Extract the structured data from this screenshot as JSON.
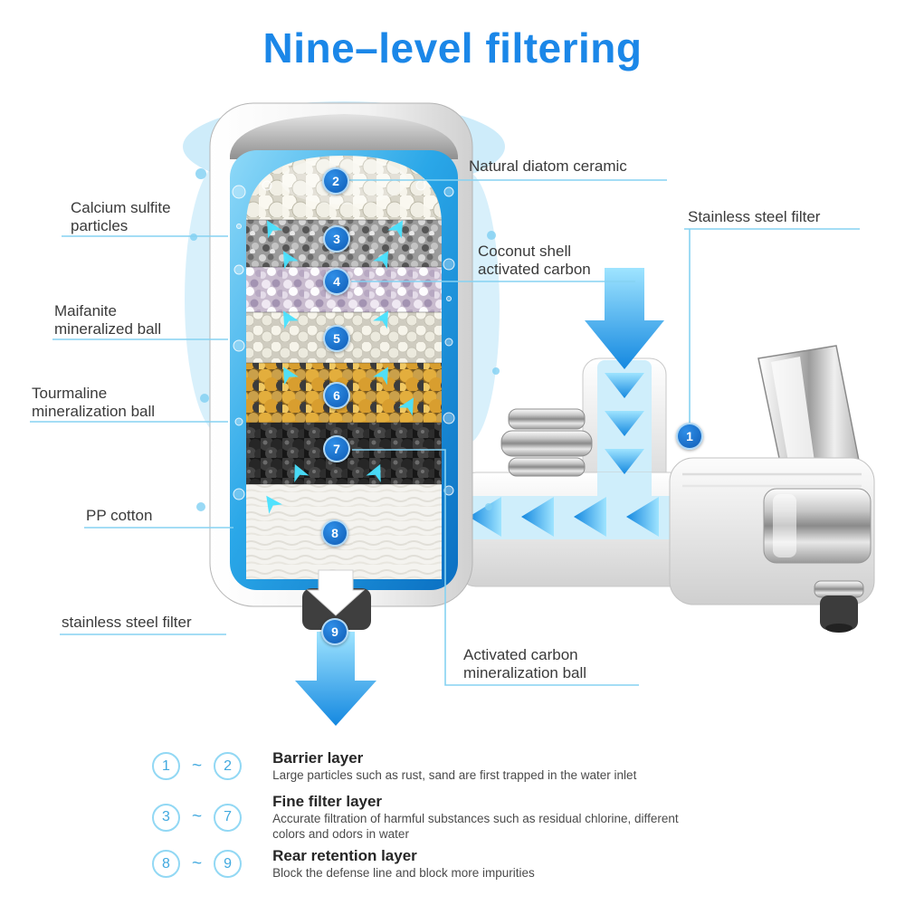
{
  "title": "Nine–level filtering",
  "colors": {
    "title_blue": "#1b87e8",
    "accent_blue": "#29a9e8",
    "badge_blue": "#1766c8",
    "callout_line": "#86d2f2",
    "label_text": "#3a3a3a",
    "arrow_cyan": "#49e2ff"
  },
  "badges": {
    "b1": "1",
    "b2": "2",
    "b3": "3",
    "b4": "4",
    "b5": "5",
    "b6": "6",
    "b7": "7",
    "b8": "8",
    "b9": "9"
  },
  "labels": {
    "natural_diatom_ceramic": "Natural diatom ceramic",
    "calcium_sulfite_particles": "Calcium sulfite particles",
    "stainless_steel_filter_right": "Stainless steel filter",
    "coconut_shell_activated_carbon": "Coconut shell activated carbon",
    "maifanite_mineralized_ball": "Maifanite mineralized ball",
    "tourmaline_mineralization_ball": "Tourmaline mineralization ball",
    "pp_cotton": "PP cotton",
    "stainless_steel_filter_bottom": "stainless steel filter",
    "activated_carbon_mineralization_ball": "Activated carbon mineralization ball"
  },
  "legend": {
    "tilde": "~",
    "items": [
      {
        "start": "1",
        "end": "2",
        "title": "Barrier layer",
        "desc": "Large particles such as rust, sand are first trapped in the water inlet"
      },
      {
        "start": "3",
        "end": "7",
        "title": "Fine filter layer",
        "desc": "Accurate filtration of harmful substances such as residual chlorine, different colors and odors in water"
      },
      {
        "start": "8",
        "end": "9",
        "title": "Rear retention layer",
        "desc": "Block the defense line and block more impurities"
      }
    ]
  }
}
